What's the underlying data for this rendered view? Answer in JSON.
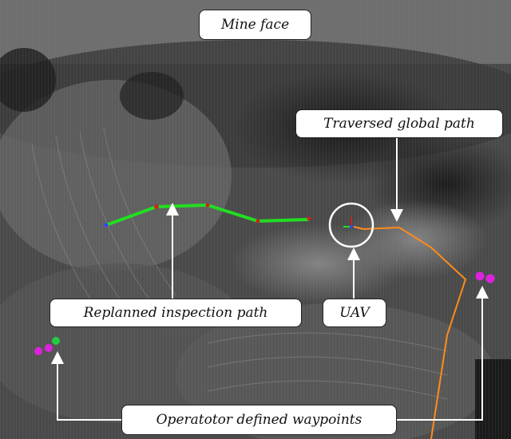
{
  "labels": {
    "mine_face": "Mine face",
    "traversed_global_path": "Traversed global path",
    "replanned_inspection_path": "Replanned inspection path",
    "uav": "UAV",
    "operator_waypoints": "Operatotor defined waypoints"
  },
  "colors": {
    "inspection_path": "#22dd22",
    "global_path": "#ff8c1a",
    "waypoint_magenta": "#dd22dd",
    "waypoint_green": "#22cc44",
    "arrow": "#ffffff"
  }
}
